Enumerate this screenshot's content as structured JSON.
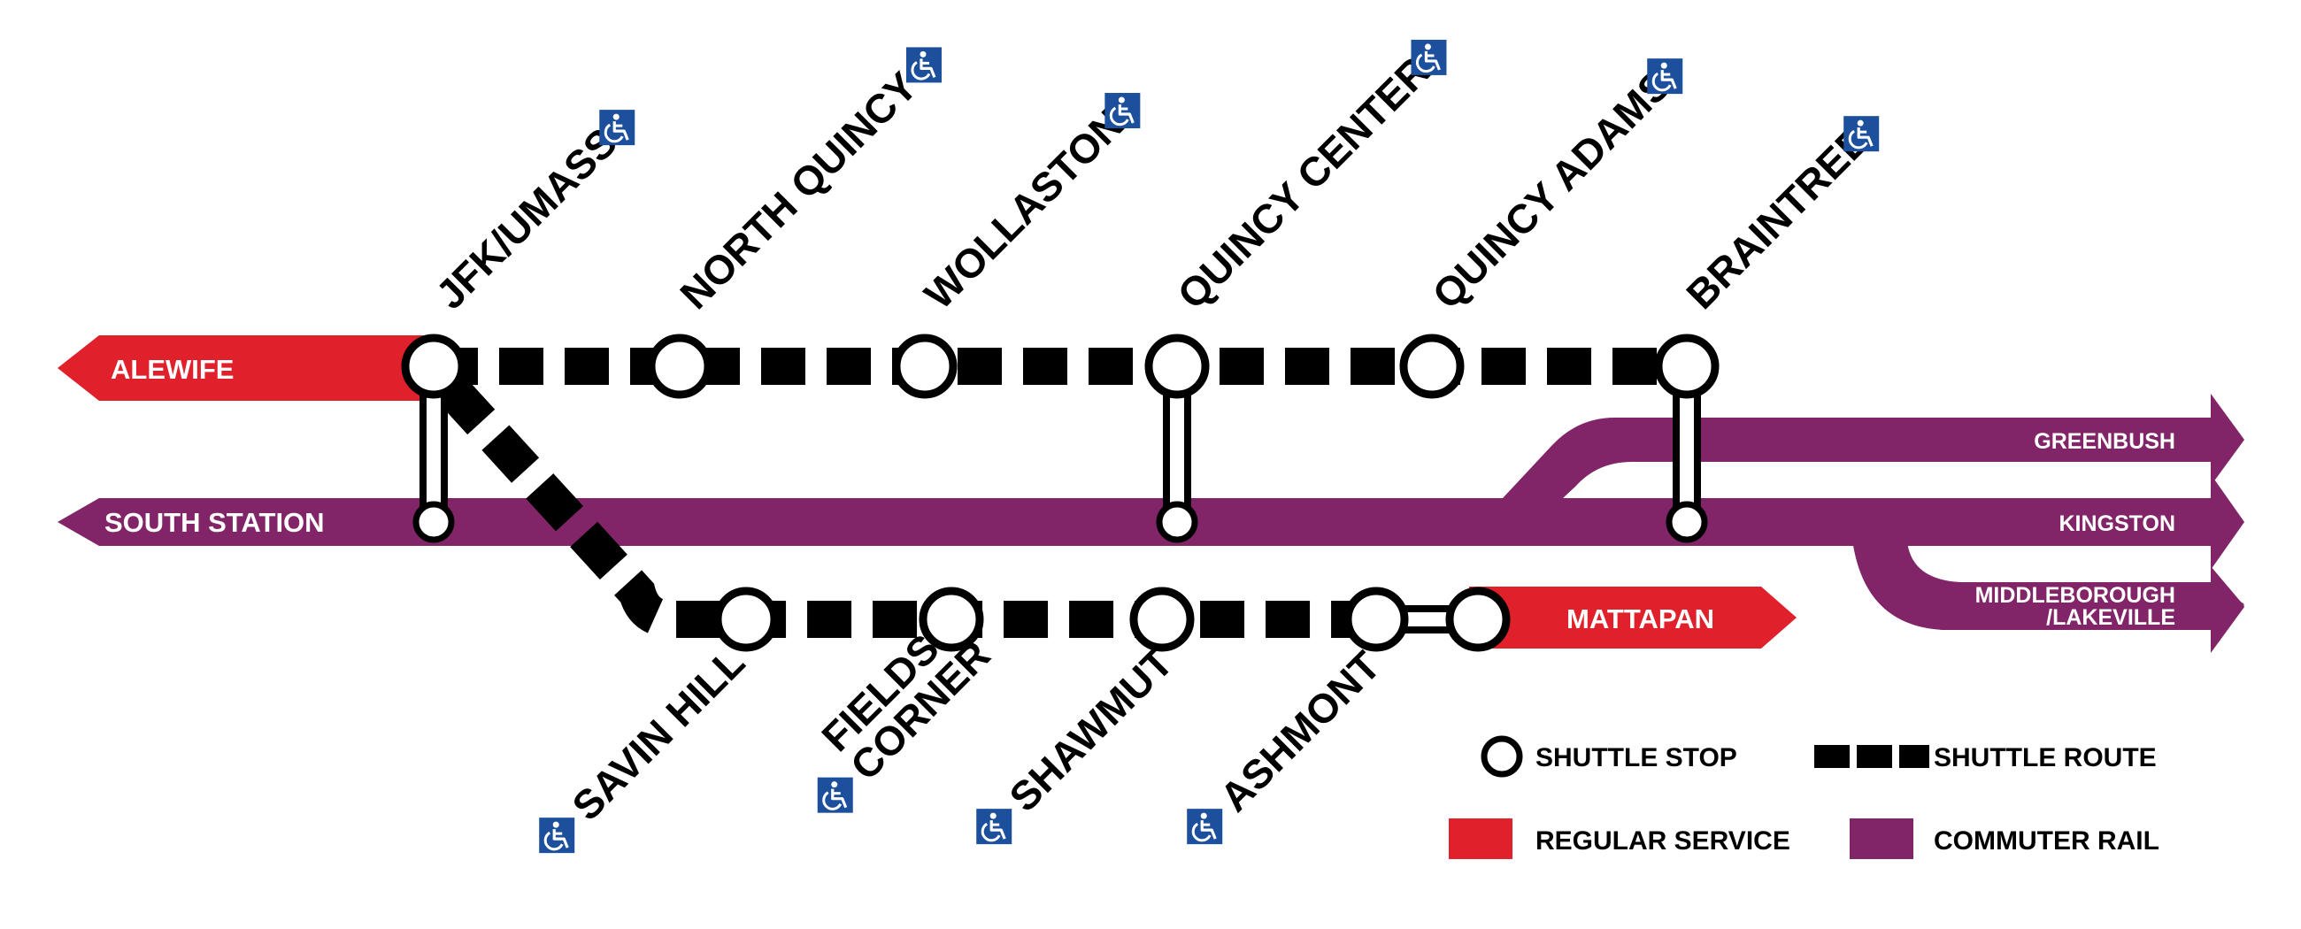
{
  "colors": {
    "regular_service": "#e0202a",
    "commuter_rail": "#822568",
    "shuttle_route": "#000000",
    "accessibility_badge": "#1c4f9c"
  },
  "terminals": {
    "alewife": "ALEWIFE",
    "south_station": "SOUTH STATION",
    "greenbush": "GREENBUSH",
    "kingston": "KINGSTON",
    "middleborough_line1": "MIDDLEBOROUGH",
    "middleborough_line2": "/LAKEVILLE",
    "mattapan": "MATTAPAN"
  },
  "stations": {
    "jfk_umass": "JFK/UMASS",
    "north_quincy": "NORTH QUINCY",
    "wollaston": "WOLLASTON",
    "quincy_center": "QUINCY CENTER",
    "quincy_adams": "QUINCY ADAMS",
    "braintree": "BRAINTREE",
    "savin_hill": "SAVIN HILL",
    "fields_corner_line1": "FIELDS",
    "fields_corner_line2": "CORNER",
    "shawmut": "SHAWMUT",
    "ashmont": "ASHMONT"
  },
  "accessible_icon": "wheelchair-accessibility-icon",
  "legend": {
    "shuttle_stop": "SHUTTLE STOP",
    "shuttle_route": "SHUTTLE ROUTE",
    "regular_service": "REGULAR SERVICE",
    "commuter_rail": "COMMUTER RAIL"
  }
}
